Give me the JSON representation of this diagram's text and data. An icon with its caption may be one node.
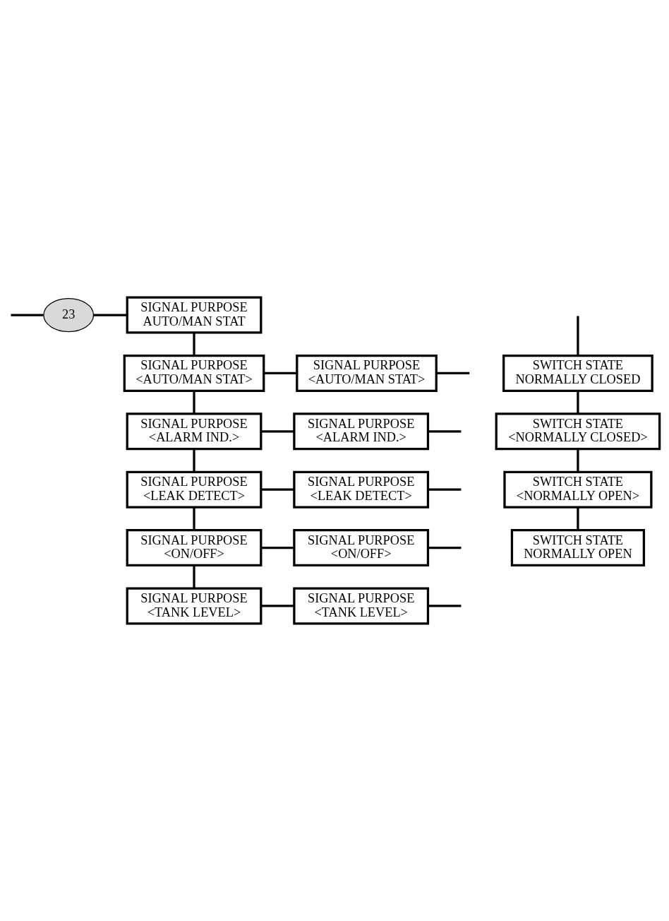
{
  "diagram": {
    "nodes": [
      {
        "text": [
          "23"
        ]
      },
      {
        "text": [
          "SIGNAL PURPOSE AUTO/MAN STAT"
        ]
      },
      {
        "text": [
          "SIGNAL PURPOSE <AUTO/MAN STAT>"
        ]
      },
      {
        "text": [
          "SIGNAL PURPOSE <ALARM IND.>"
        ]
      },
      {
        "text": [
          "SIGNAL PURPOSE <LEAK DETECT>"
        ]
      },
      {
        "text": [
          "SIGNAL PURPOSE <ON/OFF>"
        ]
      },
      {
        "text": [
          "SIGNAL PURPOSE <TANK LEVEL>"
        ]
      },
      {
        "text": [
          "SIGNAL PURPOSE <AUTO/MAN STAT>"
        ]
      },
      {
        "text": [
          "SIGNAL PURPOSE <ALARM IND.>"
        ]
      },
      {
        "text": [
          "SIGNAL PURPOSE <LEAK DETECT>"
        ]
      },
      {
        "text": [
          "SIGNAL PURPOSE <ON/OFF>"
        ]
      },
      {
        "text": [
          "SIGNAL PURPOSE <TANK LEVEL>"
        ]
      },
      {
        "text": [
          "SWITCH STATE NORMALLY CLOSED"
        ]
      },
      {
        "text": [
          "SWITCH STATE <NORMALLY CLOSED>"
        ]
      },
      {
        "text": [
          "SWITCH STATE <NORMALLY OPEN>"
        ]
      },
      {
        "text": [
          "SWITCH STATE NORMALLY OPEN"
        ]
      }
    ],
    "edges": [
      {
        "from": null,
        "to": 0,
        "arrow": "none"
      },
      {
        "from": 0,
        "to": 1,
        "arrow": "none"
      },
      {
        "from": 1,
        "to": 2,
        "arrow": "none"
      },
      {
        "from": 2,
        "to": 7,
        "arrow": "none"
      },
      {
        "from": 7,
        "to": null,
        "arrow": "none"
      },
      {
        "from": 2,
        "to": 3,
        "arrow": "none"
      },
      {
        "from": 3,
        "to": 8,
        "arrow": "none"
      },
      {
        "from": 8,
        "to": null,
        "arrow": "none"
      },
      {
        "from": 3,
        "to": 4,
        "arrow": "none"
      },
      {
        "from": 4,
        "to": 9,
        "arrow": "none"
      },
      {
        "from": 9,
        "to": null,
        "arrow": "none"
      },
      {
        "from": 4,
        "to": 5,
        "arrow": "none"
      },
      {
        "from": 5,
        "to": 10,
        "arrow": "none"
      },
      {
        "from": 10,
        "to": null,
        "arrow": "none"
      },
      {
        "from": 5,
        "to": 6,
        "arrow": "none"
      },
      {
        "from": 6,
        "to": 11,
        "arrow": "none"
      },
      {
        "from": 11,
        "to": null,
        "arrow": "none"
      },
      {
        "from": null,
        "to": 12,
        "arrow": "none"
      },
      {
        "from": 12,
        "to": 13,
        "arrow": "none"
      },
      {
        "from": 13,
        "to": 14,
        "arrow": "none"
      },
      {
        "from": 14,
        "to": 15,
        "arrow": "none"
      }
    ]
  }
}
